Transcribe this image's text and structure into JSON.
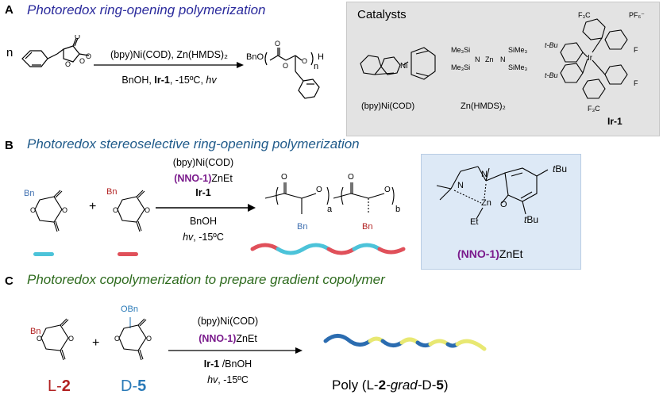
{
  "panelA": {
    "letter": "A",
    "title": "Photoredox ring-opening polymerization",
    "n_label": "n",
    "cond_top": "(bpy)Ni(COD), Zn(HMDS)₂",
    "cond_bottom_pre": "BnOH, ",
    "cond_bottom_ir": "Ir-1",
    "cond_bottom_mid": ", -15ºC, ",
    "cond_bottom_hv": "hv",
    "product_bno": "BnO",
    "product_n": "n",
    "product_h": "H",
    "catalysts_title": "Catalysts",
    "cat1_label": "(bpy)Ni(COD)",
    "cat2_label": "Zn(HMDS)₂",
    "cat3_label": "Ir-1",
    "ni": "Ni",
    "zn": "Zn",
    "ir": "Ir",
    "me3si": "Me₃Si",
    "sime3": "SiMe₃",
    "n_atom": "N",
    "f3c": "F₃C",
    "tbu": "t-Bu",
    "pf6": "PF₆⁻",
    "f": "F"
  },
  "panelB": {
    "letter": "B",
    "title": "Photoredox stereoselective ring-opening polymerization",
    "bn": "Bn",
    "plus": "+",
    "cond1": "(bpy)Ni(COD)",
    "cond2_nno": "(NNO-1)",
    "cond2_zn": "ZnEt",
    "cond3": "Ir-1",
    "cond4": "BnOH",
    "cond5_hv": "hv",
    "cond5_t": ", -15ºC",
    "sub_a": "a",
    "sub_b": "b",
    "cat_label_nno": "(NNO-1)",
    "cat_label_zn": "ZnEt",
    "tbu": "tBu",
    "et": "Et",
    "zn": "Zn",
    "n": "N",
    "o": "O",
    "colors": {
      "l_monomer": "#4cc3d9",
      "d_monomer": "#e0505a"
    }
  },
  "panelC": {
    "letter": "C",
    "title": "Photoredox copolymerization to prepare gradient copolymer",
    "bn": "Bn",
    "obn": "OBn",
    "plus": "+",
    "label_l_pre": "L-",
    "label_l_num": "2",
    "label_d_pre": "D-",
    "label_d_num": "5",
    "cond1": "(bpy)Ni(COD)",
    "cond2_nno": "(NNO-1)",
    "cond2_zn": "ZnEt",
    "cond3_ir": "Ir-1",
    "cond3_rest": " /BnOH",
    "cond4_hv": "hv",
    "cond4_t": ", -15ºC",
    "poly_pre": "Poly (",
    "poly_l": "L-",
    "poly_2": "2",
    "poly_grad": "-grad-",
    "poly_d": "D-",
    "poly_5": "5",
    "poly_post": ")",
    "colors": {
      "blue": "#2b6cb0",
      "yellow": "#e8e872"
    }
  },
  "colors": {
    "title_a": "#2a2a9c",
    "title_b": "#1f5a8a",
    "title_c": "#2e6b1e",
    "red": "#b22222",
    "blue_label": "#2a7ab8",
    "purple": "#7a1a8c",
    "bn_blue": "#3f6fb0"
  }
}
